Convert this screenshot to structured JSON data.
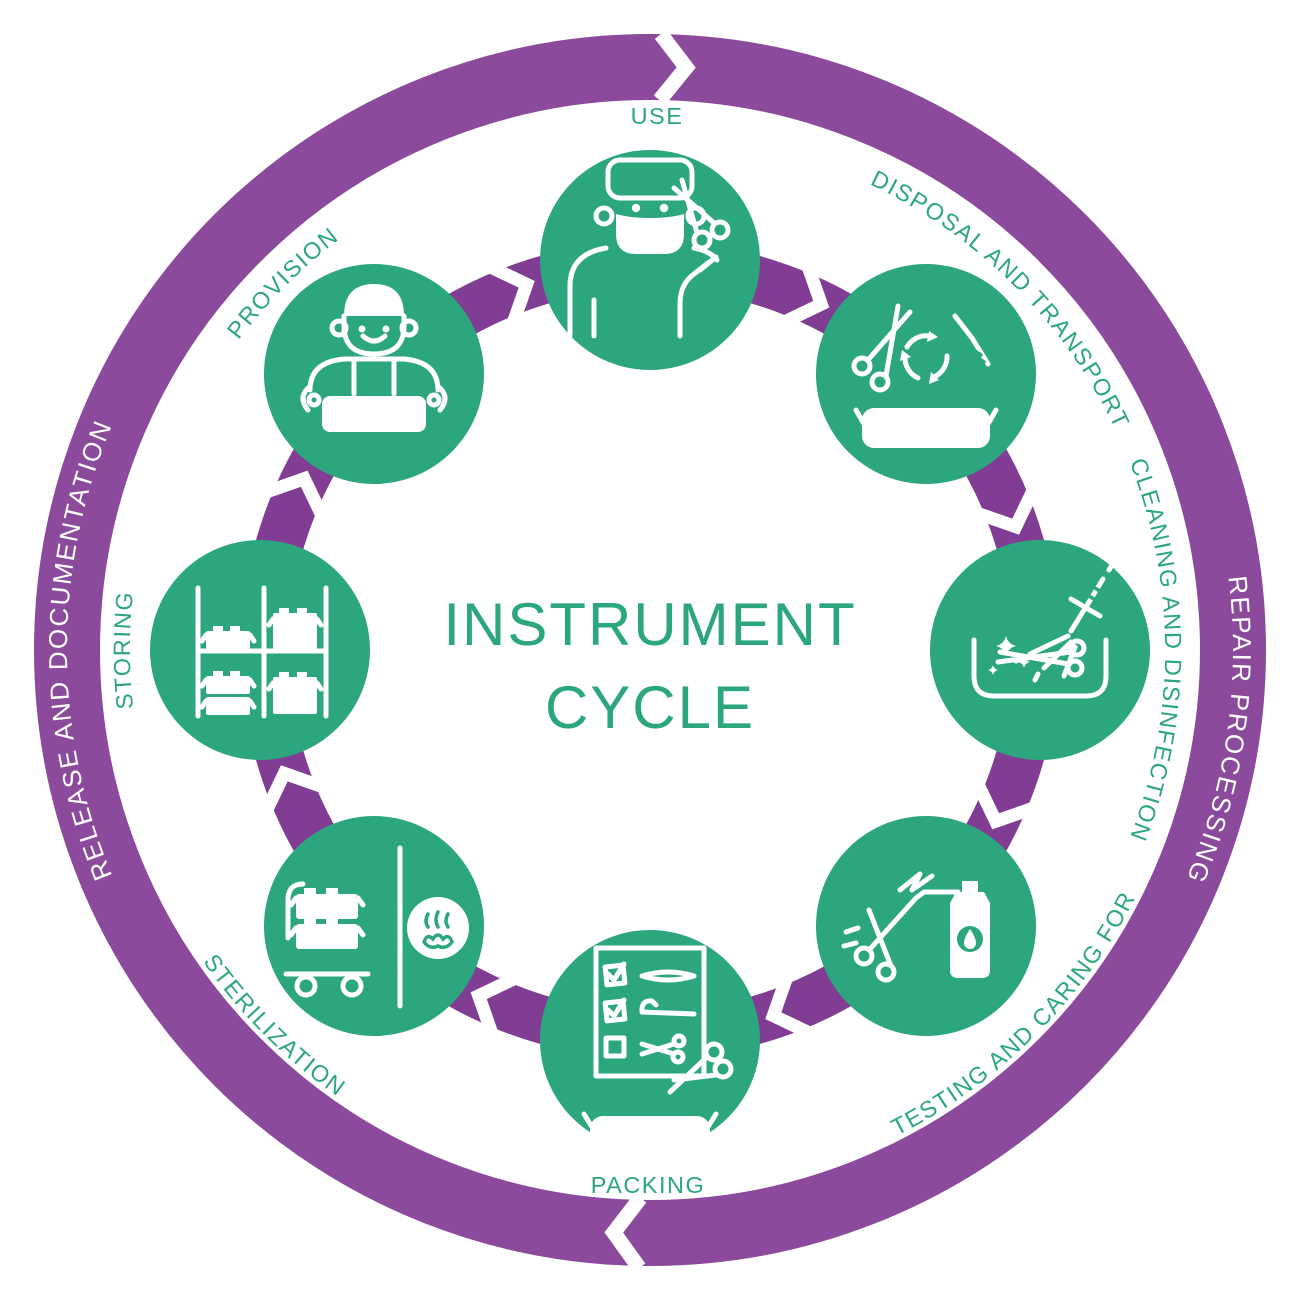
{
  "title": {
    "line1": "INSTRUMENT",
    "line2": "CYCLE"
  },
  "stages": [
    {
      "id": "use",
      "label": "USE",
      "icon": "surgeon-icon"
    },
    {
      "id": "disposal-and-transport",
      "label": "DISPOSAL AND TRANSPORT",
      "icon": "scissors-scalpel-recycle-tray-icon"
    },
    {
      "id": "cleaning-and-disinfection",
      "label": "CLEANING AND DISINFECTION",
      "icon": "spray-gun-basin-icon"
    },
    {
      "id": "testing-and-caring-for",
      "label": "TESTING AND CARING FOR",
      "icon": "scissors-oil-can-icon"
    },
    {
      "id": "packing",
      "label": "PACKING",
      "icon": "checklist-wrap-icon"
    },
    {
      "id": "sterilization",
      "label": "STERILIZATION",
      "icon": "sterilizer-cart-steam-icon"
    },
    {
      "id": "storing",
      "label": "STORING",
      "icon": "storage-shelf-containers-icon"
    },
    {
      "id": "provision",
      "label": "PROVISION",
      "icon": "staff-carrying-tray-icon"
    }
  ],
  "outer_ring": {
    "label_right": "REPAIR PROCESSING",
    "label_left": "RELEASE AND DOCUMENTATION"
  },
  "colors": {
    "stage_green": "#2BA67E",
    "text_green": "#2BA67E",
    "outer_ring_purple": "#8C4A9C",
    "inner_band_purple": "#803D93",
    "label_white": "#FFFFFF"
  }
}
